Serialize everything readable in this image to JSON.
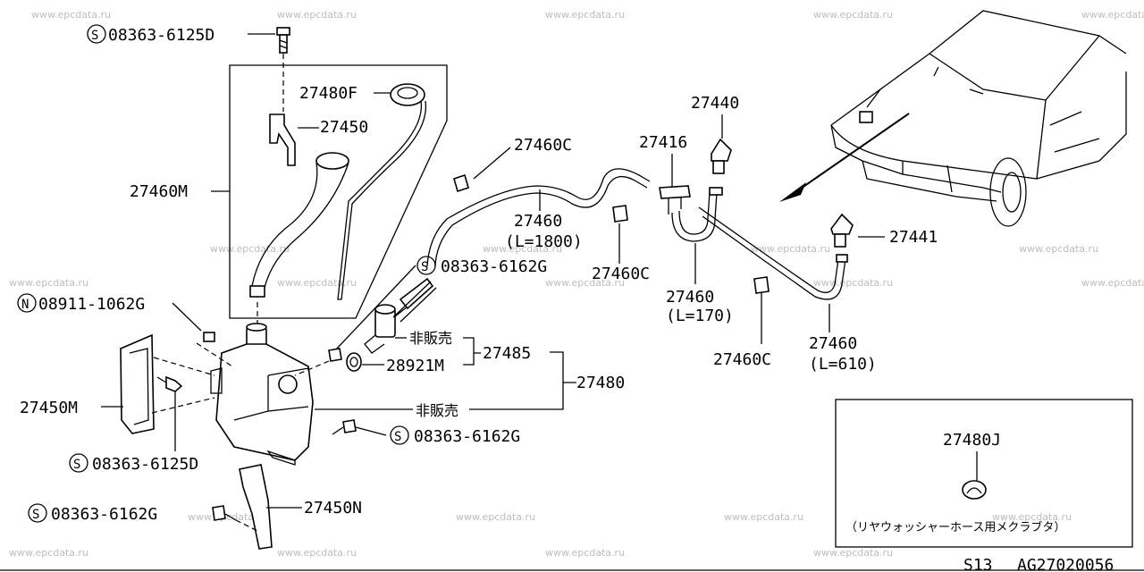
{
  "watermark": "www.epcdata.ru",
  "footer": {
    "section": "S13",
    "code": "AG27020056"
  },
  "labels": {
    "screw_top": "08363-6125D",
    "filler_cap": "27480F",
    "bracket_27450": "27450",
    "filler_neck": "27460M",
    "hose_27460c_top": "27460C",
    "hose_main": "27460",
    "hose_main_len": "(L=1800)",
    "connector_27416": "27416",
    "nozzle_27440": "27440",
    "clip_27460c_mid": "27460C",
    "hose_170": "27460",
    "hose_170_len": "(L=170)",
    "nozzle_27441": "27441",
    "clip_27460c_low": "27460C",
    "hose_610": "27460",
    "hose_610_len": "(L=610)",
    "screw_pump": "08363-6162G",
    "nut": "08911-1062G",
    "not_sold_1": "非販売",
    "grommet": "28921M",
    "pump_assy": "27485",
    "tank_assy": "27480",
    "not_sold_2": "非販売",
    "bracket_m": "27450M",
    "screw_tank": "08363-6162G",
    "screw_left": "08363-6125D",
    "bracket_n": "27450N",
    "screw_bottom": "08363-6162G",
    "clamp_j": "27480J",
    "clamp_j_note": "（リヤウォッシャーホース用メクラブタ）",
    "symbol_s": "S",
    "symbol_n": "N"
  }
}
